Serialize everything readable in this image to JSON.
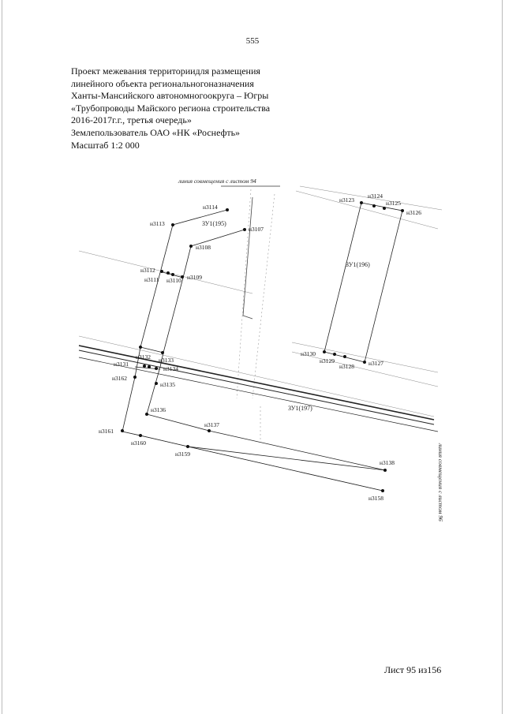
{
  "page_number": "555",
  "title_lines": [
    "Проект межевания территориидля размещения",
    "линейного объекта региональногоназначения",
    "Ханты-Мансийского автономногоокруга – Югры",
    "«Трубопроводы Майского региона строительства",
    "2016-2017г.г., третья очередь»",
    "Землепользователь ОАО «НК «Роснефть»",
    "Масштаб 1:2 000"
  ],
  "map": {
    "match_line_top": "линия совмещения с листом 94",
    "match_line_right": "линия совмещения с листом 96",
    "zones": [
      "ЗУ1(195)",
      "ЗУ1(196)",
      "ЗУ1(197)"
    ],
    "points": [
      "н3114",
      "н3113",
      "н3107",
      "н3108",
      "н3112",
      "н3111",
      "н3110",
      "н3109",
      "н3132",
      "н3133",
      "н3131",
      "н3134",
      "н3162",
      "н3135",
      "н3136",
      "н3137",
      "н3161",
      "н3160",
      "н3159",
      "н3138",
      "н3158",
      "н3123",
      "н3124",
      "н3125",
      "н3126",
      "н3130",
      "н3129",
      "н3128",
      "н3127"
    ]
  },
  "sheet_label": "Лист 95 из156"
}
